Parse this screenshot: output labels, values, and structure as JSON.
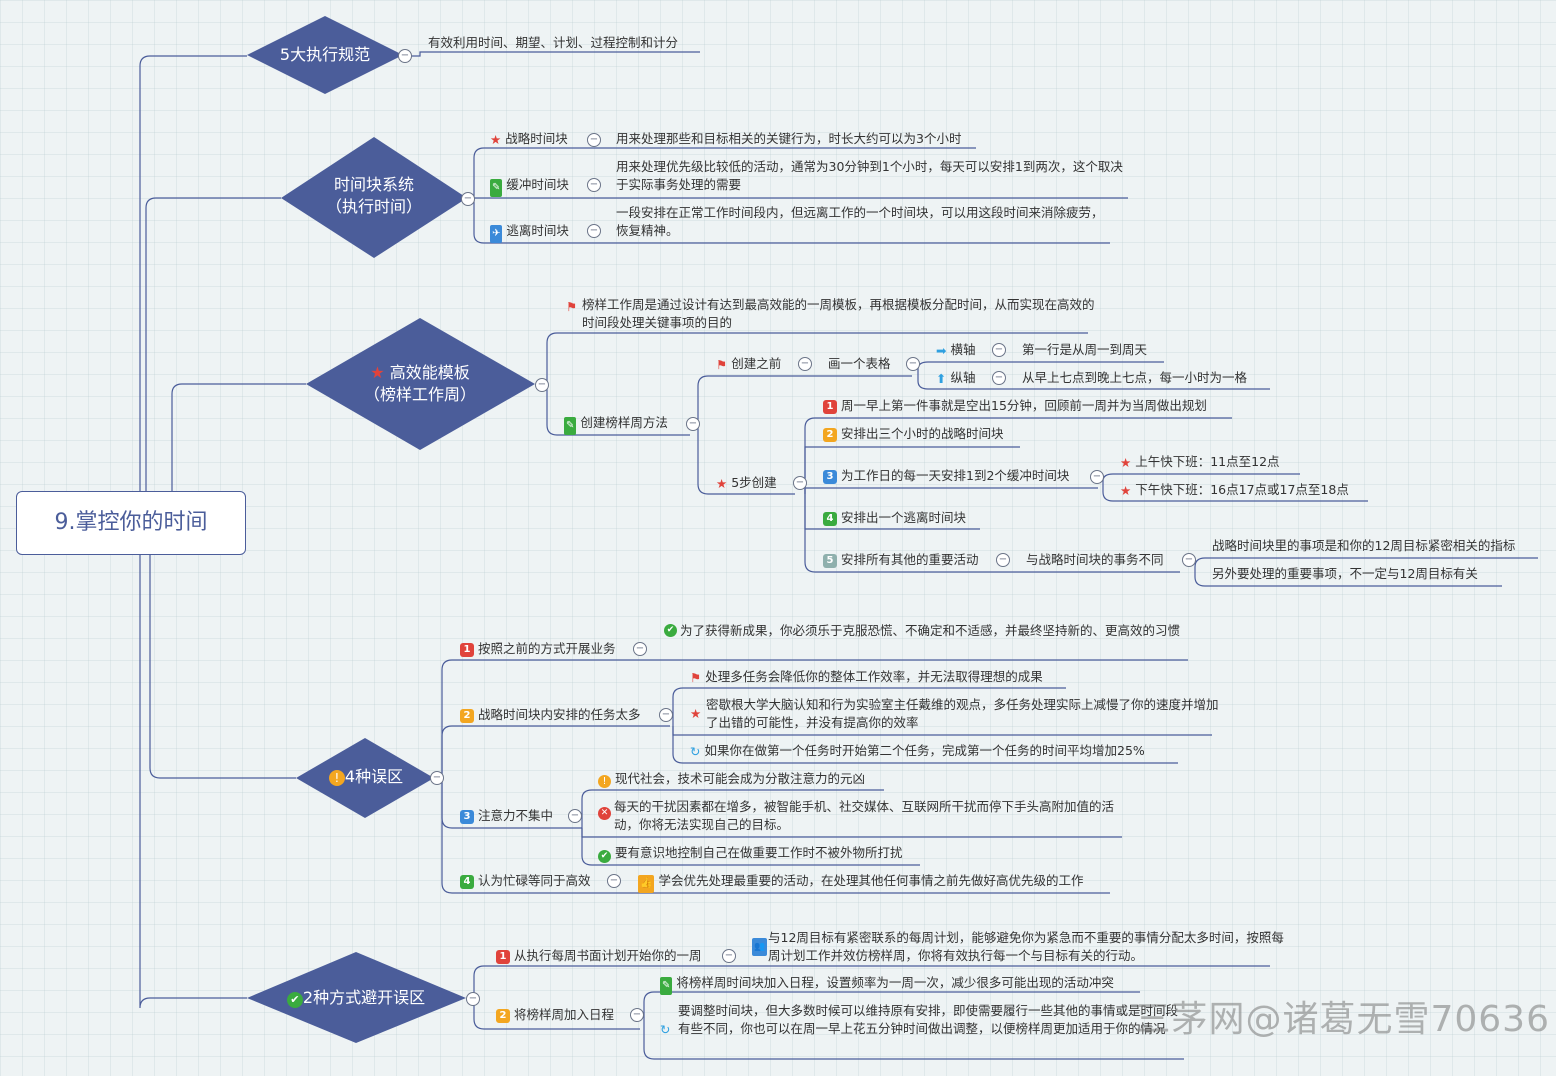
{
  "root": {
    "title": "9.掌控你的时间"
  },
  "branch1": {
    "title": "5大执行规范",
    "desc": "有效利用时间、期望、计划、过程控制和计分"
  },
  "branch2": {
    "title_line1": "时间块系统",
    "title_line2": "（执行时间）",
    "items": [
      {
        "label": "战略时间块",
        "icon": "star-icon",
        "desc": "用来处理那些和目标相关的关键行为，时长大约可以为3个小时"
      },
      {
        "label": "缓冲时间块",
        "icon": "pencil-icon",
        "desc": "用来处理优先级比较低的活动，通常为30分钟到1个小时，每天可以安排1到两次，这个取决于实际事务处理的需要"
      },
      {
        "label": "逃离时间块",
        "icon": "plane-icon",
        "desc": "一段安排在正常工作时间段内，但远离工作的一个时间块，可以用这段时间来消除疲劳，恢复精神。"
      }
    ]
  },
  "branch3": {
    "title_line1": "高效能模板",
    "title_line2": "（榜样工作周）",
    "intro": "榜样工作周是通过设计有达到最高效能的一周模板，再根据模板分配时间，从而实现在高效的时间段处理关键事项的目的",
    "method": "创建榜样周方法",
    "before": "创建之前",
    "table": "画一个表格",
    "haxis": "横轴",
    "haxis_desc": "第一行是从周一到周天",
    "vaxis": "纵轴",
    "vaxis_desc": "从早上七点到晚上七点，每一小时为一格",
    "steps_label": "5步创建",
    "steps": [
      "周一早上第一件事就是空出15分钟，回顾前一周并为当周做出规划",
      "安排出三个小时的战略时间块",
      "为工作日的每一天安排1到2个缓冲时间块",
      "安排出一个逃离时间块",
      "安排所有其他的重要活动"
    ],
    "buffer_am": "上午快下班：11点至12点",
    "buffer_pm": "下午快下班：16点17点或17点至18点",
    "diff": "与战略时间块的事务不同",
    "diff_a": "战略时间块里的事项是和你的12周目标紧密相关的指标",
    "diff_b": "另外要处理的重要事项，不一定与12周目标有关"
  },
  "branch4": {
    "title": "4种误区",
    "m1": "按照之前的方式开展业务",
    "m1_desc": "为了获得新成果，你必须乐于克服恐慌、不确定和不适感，并最终坚持新的、更高效的习惯",
    "m2": "战略时间块内安排的任务太多",
    "m2_a": "处理多任务会降低你的整体工作效率，并无法取得理想的成果",
    "m2_b": "密歇根大学大脑认知和行为实验室主任戴维的观点，多任务处理实际上减慢了你的速度并增加了出错的可能性，并没有提高你的效率",
    "m2_c": "如果你在做第一个任务时开始第二个任务，完成第一个任务的时间平均增加25%",
    "m3": "注意力不集中",
    "m3_a": "现代社会，技术可能会成为分散注意力的元凶",
    "m3_b": "每天的干扰因素都在增多，被智能手机、社交媒体、互联网所干扰而停下手头高附加值的活动，你将无法实现自己的目标。",
    "m3_c": "要有意识地控制自己在做重要工作时不被外物所打扰",
    "m4": "认为忙碌等同于高效",
    "m4_desc": "学会优先处理最重要的活动，在处理其他任何事情之前先做好高优先级的工作"
  },
  "branch5": {
    "title": "2种方式避开误区",
    "w1": "从执行每周书面计划开始你的一周",
    "w1_desc": "与12周目标有紧密联系的每周计划，能够避免你为紧急而不重要的事情分配太多时间，按照每周计划工作并效仿榜样周，你将有效执行每一个与目标有关的行动。",
    "w2": "将榜样周加入日程",
    "w2_a": "将榜样周时间块加入日程，设置频率为一周一次，减少很多可能出现的活动冲突",
    "w2_b": "要调整时间块，但大多数时候可以维持原有安排，即使需要履行一些其他的事情或是时间段有些不同，你也可以在周一早上花五分钟时间做出调整，以便榜样周更加适用于你的情况"
  },
  "watermark": "三茅网@诸葛无雪70636",
  "colors": {
    "node_fill": "#4b5d9a",
    "line": "#4b5d9a",
    "background": "#eef3f4"
  }
}
